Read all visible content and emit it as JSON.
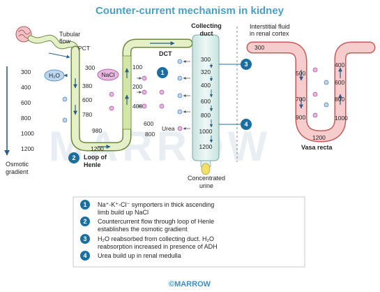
{
  "title": "Counter-current mechanism in kidney",
  "watermark": "MARROW",
  "footer": "©MARROW",
  "labels": {
    "tubular_flow": [
      "Tubular",
      "flow"
    ],
    "pct": "PCT",
    "dct": "DCT",
    "collecting_duct": [
      "Collecting",
      "duct"
    ],
    "interstitial": [
      "Interstitial fluid",
      "in renal cortex"
    ],
    "loop_of_henle": [
      "Loop of",
      "Henle"
    ],
    "vasa_recta": "Vasa recta",
    "osmotic_gradient": [
      "Osmotic",
      "gradient"
    ],
    "concentrated_urine": [
      "Concentrated",
      "urine"
    ],
    "h2o": "H₂O",
    "nacl": "NaCl",
    "urea": "Urea"
  },
  "scale": [
    "300",
    "400",
    "600",
    "800",
    "1000",
    "1200"
  ],
  "loop_descending": [
    "300",
    "380",
    "600",
    "780",
    "980"
  ],
  "loop_bottom": "1200",
  "loop_ascending": [
    "100",
    "200",
    "400",
    "600",
    "800"
  ],
  "loop_top_left": "300",
  "collecting": [
    "300",
    "320",
    "400",
    "600",
    "800",
    "1000",
    "1200"
  ],
  "vasa_descending": [
    "300",
    "500",
    "700",
    "900"
  ],
  "vasa_bottom": "1200",
  "vasa_ascending": [
    "400",
    "600",
    "800",
    "1000"
  ],
  "markers": [
    "1",
    "2",
    "3",
    "4"
  ],
  "key_items": [
    {
      "num": "1",
      "lines": [
        "Na⁺-K⁺-Cl⁻ symporters in thick ascending",
        "limb build up NaCl"
      ]
    },
    {
      "num": "2",
      "lines": [
        "Countercurrent flow through loop of Henle",
        "establishes the osmotic gradient"
      ]
    },
    {
      "num": "3",
      "lines": [
        "H₂O reabsorbed from collecting duct. H₂O",
        "reabsorption increased in presence of ADH"
      ]
    },
    {
      "num": "4",
      "lines": [
        "Urea build up in renal medulla"
      ]
    }
  ],
  "colors": {
    "title": "#4a9fc4",
    "tubule_fill": "#e6f0c8",
    "tubule_stroke": "#6a8a3a",
    "duct_fill": "#dff0ee",
    "vasa_fill": "#f6cccc",
    "vasa_stroke": "#c65a5a",
    "badge": "#1a6fa0",
    "arrow": "#2a5f8a"
  }
}
